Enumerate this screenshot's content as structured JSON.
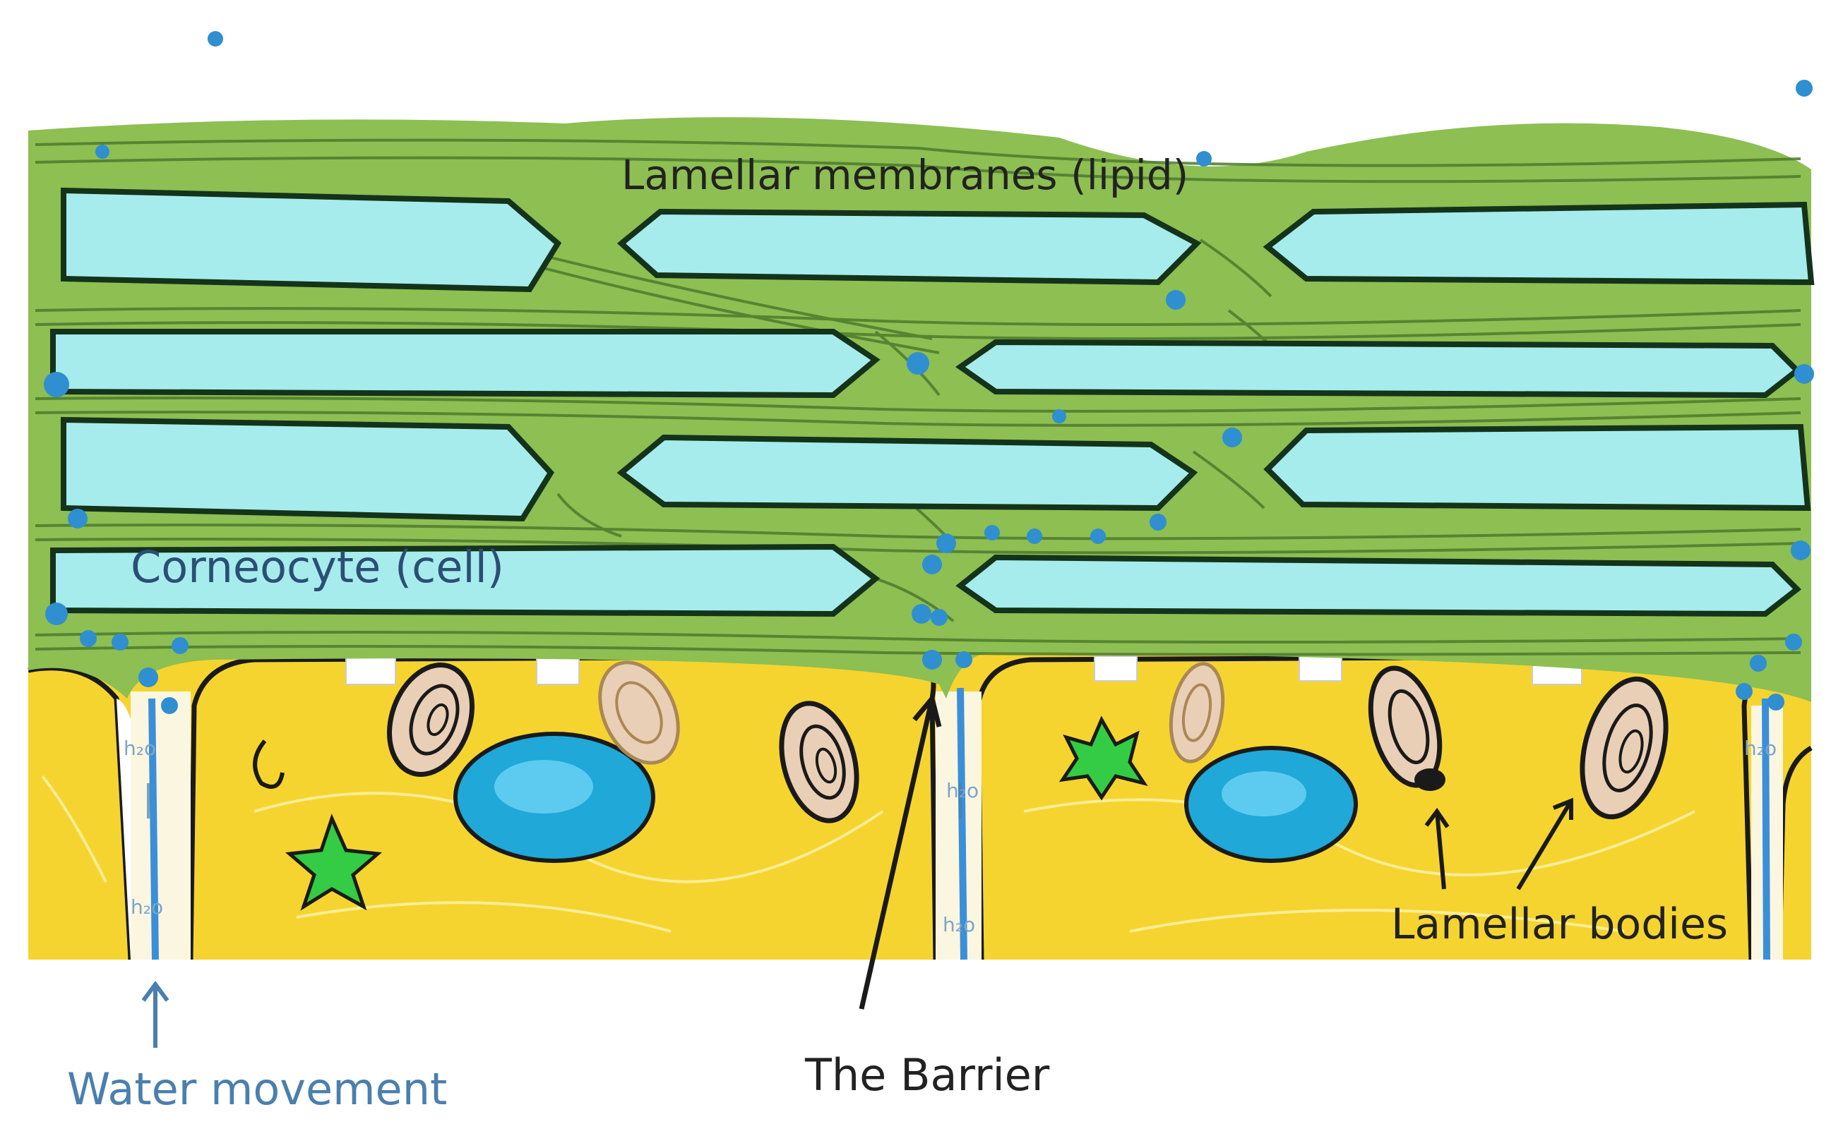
{
  "labels": {
    "lamellar_membranes": "Lamellar membranes (lipid)",
    "corneocyte": "Corneocyte  (cell)",
    "lamellar_bodies": "Lamellar bodies",
    "the_barrier": "The Barrier",
    "water_movement": "Water movement",
    "h2o": "h₂o"
  },
  "colors": {
    "lipid": "#8dbf52",
    "lipid_line": "#3f6f2a",
    "corneocyte": "#a6ecec",
    "cell_yellow": "#f5d42f",
    "nucleus": "#1fa8d8",
    "water_dot": "#2f8fd0",
    "water_channel": "#3b8fd8",
    "label_dark": "#222222",
    "label_blue": "#4a7fae",
    "granule_green": "#33cc44",
    "lamellar_body": "#e9cfb6"
  }
}
